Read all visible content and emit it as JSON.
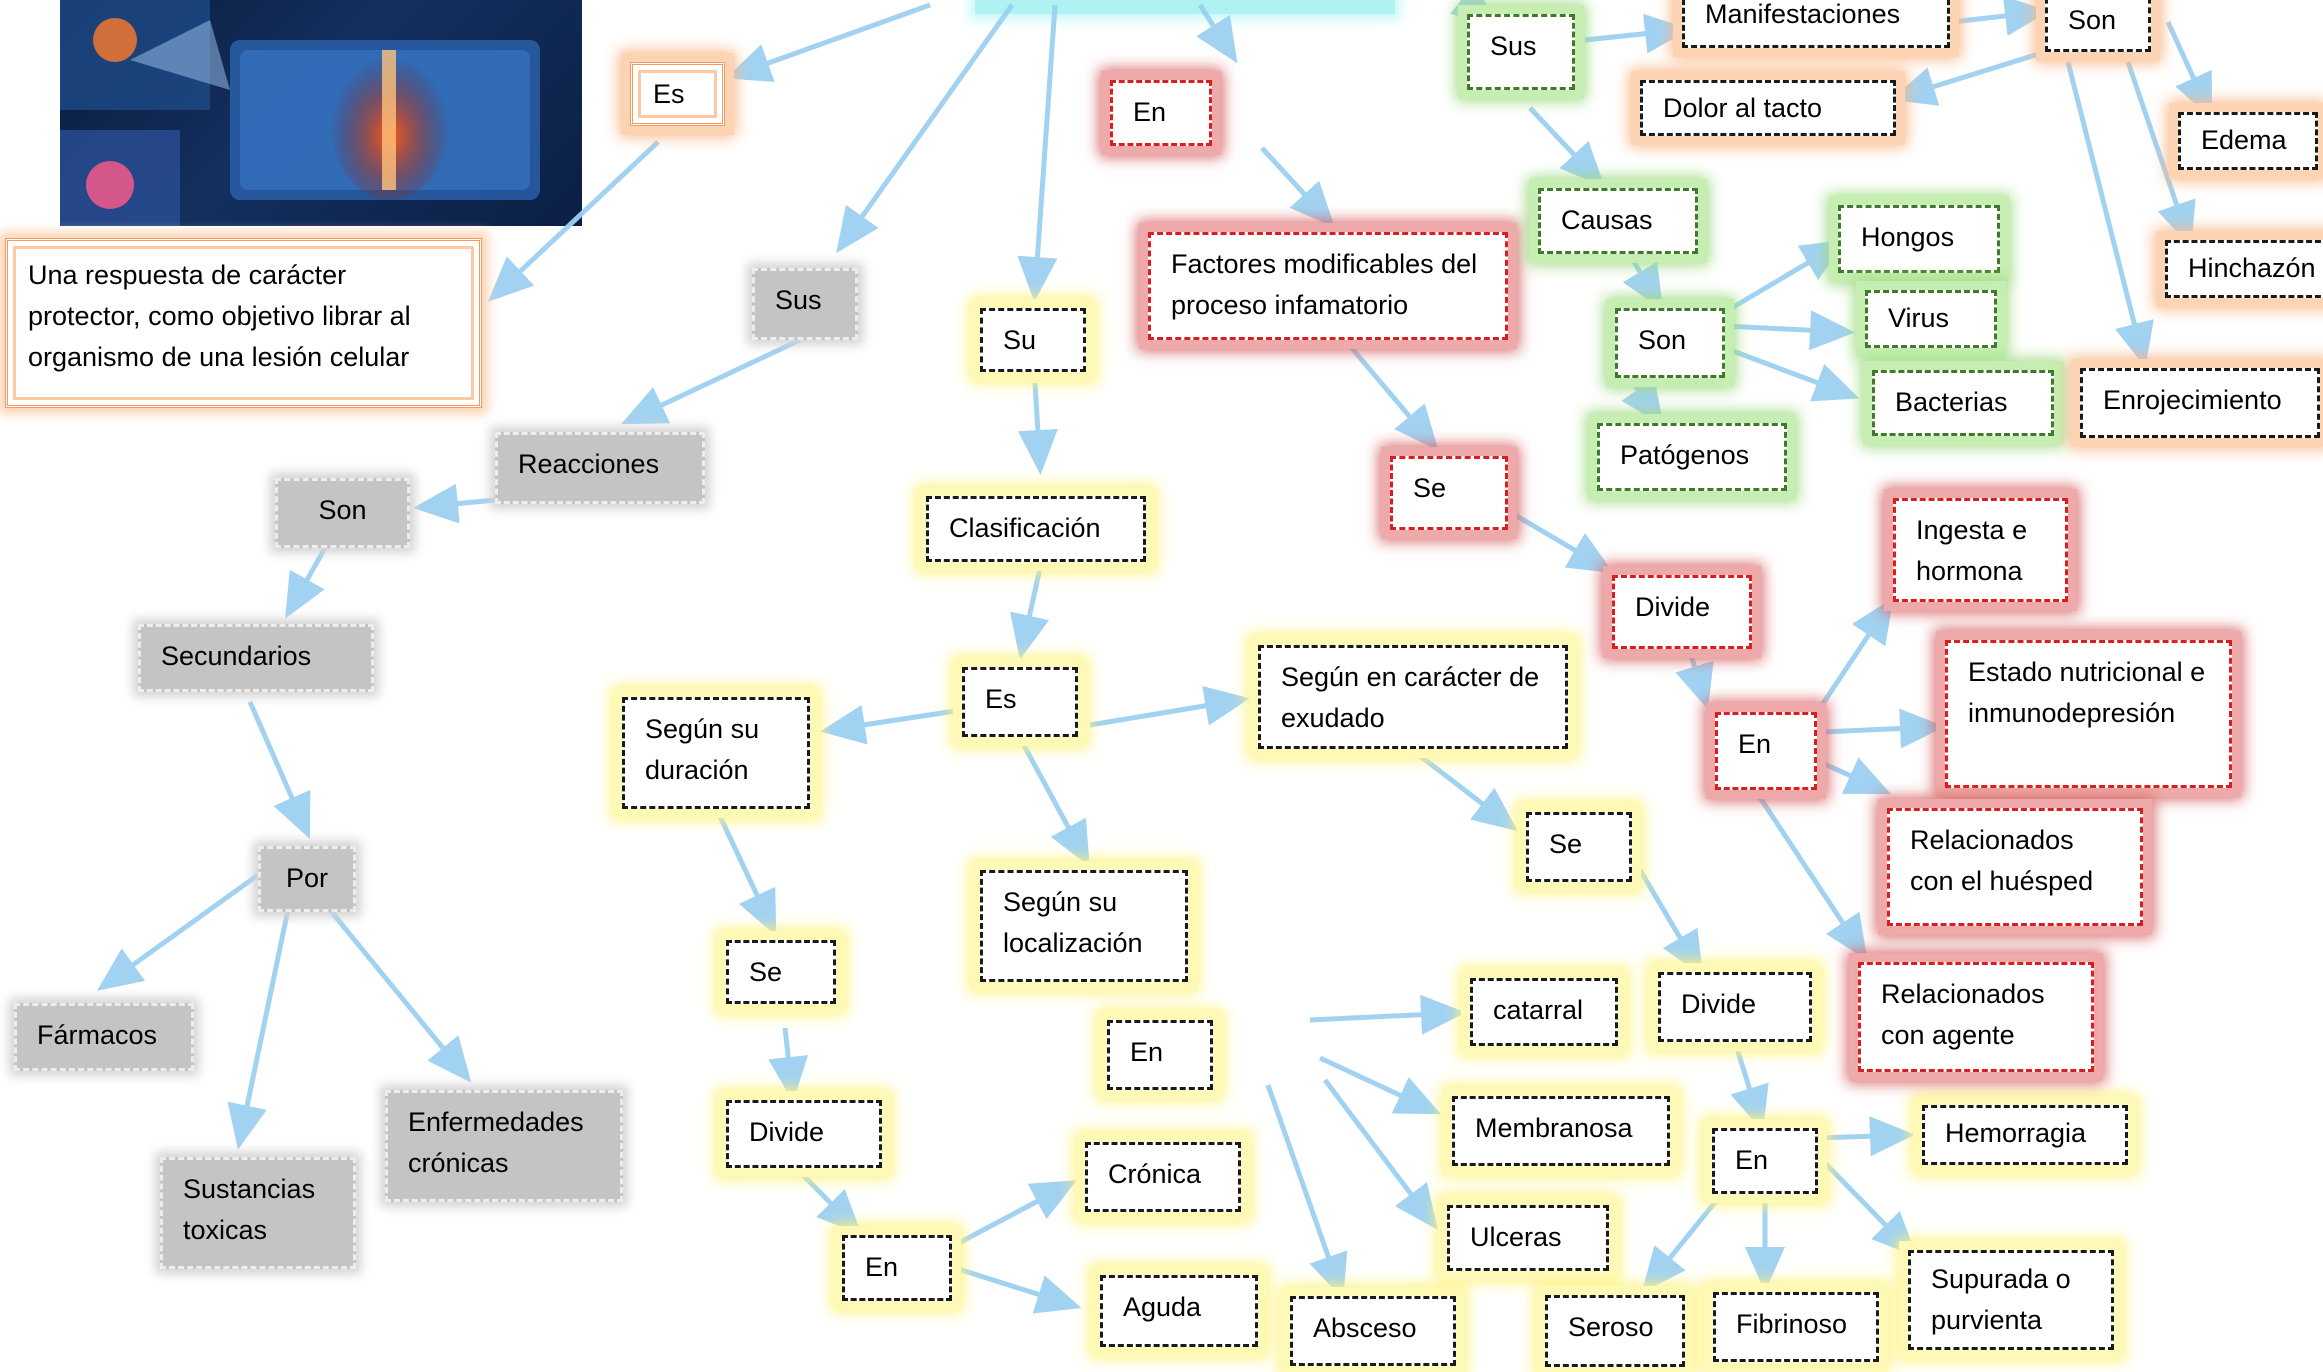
{
  "colors": {
    "arrow": "#9dd0f1",
    "orange_glow": "#fcd3b3",
    "red_glow": "#eeaaaa",
    "green_glow": "#c6eeb2",
    "yellow_glow": "#fff9b8",
    "grey_fill": "#c4c4c4",
    "cyan_title": "#aef2f3"
  },
  "image": {
    "icon": "skeleton-pain-photo"
  },
  "nodes": {
    "es_top": "Es",
    "definition": "Una respuesta de carácter protector, como objetivo librar al organismo de una lesión celular",
    "sus_grey": "Sus",
    "reacciones": "Reacciones",
    "son_grey": "Son",
    "secundarios": "Secundarios",
    "por": "Por",
    "farmacos": "Fármacos",
    "sustancias": "Sustancias toxicas",
    "enfermedades": "Enfermedades crónicas",
    "su": "Su",
    "clasificacion": "Clasificación",
    "es_mid": "Es",
    "segun_duracion": "Según su duración",
    "se_dur": "Se",
    "divide_dur": "Divide",
    "en_dur": "En",
    "cronica": "Crónica",
    "aguda": "Aguda",
    "segun_localizacion": "Según su localización",
    "en_loc": "En",
    "absceso": "Absceso",
    "catarral": "catarral",
    "membranosa": "Membranosa",
    "ulceras": "Ulceras",
    "segun_exudado": "Según en carácter de exudado",
    "se_exu": "Se",
    "divide_exu": "Divide",
    "en_exu": "En",
    "seroso": "Seroso",
    "fibrinoso": "Fibrinoso",
    "supurada": "Supurada o purvienta",
    "hemorragia": "Hemorragia",
    "en_red": "En",
    "factores": "Factores modificables del proceso infamatorio",
    "se_red": "Se",
    "divide_red": "Divide",
    "en_red2": "En",
    "ingesta": "Ingesta e hormona",
    "estado": "Estado nutricional e inmunodepresión",
    "rel_huesped": "Relacionados con el huésped",
    "rel_agente": "Relacionados con agente",
    "sus_green": "Sus",
    "causas": "Causas",
    "son_green": "Son",
    "hongos": "Hongos",
    "virus": "Virus",
    "bacterias": "Bacterias",
    "patogenos": "Patógenos",
    "manifestaciones": "Manifestaciones",
    "son_orange": "Son",
    "dolor": "Dolor al tacto",
    "edema": "Edema",
    "hinchazon": "Hinchazón",
    "enrojecimiento": "Enrojecimiento"
  }
}
